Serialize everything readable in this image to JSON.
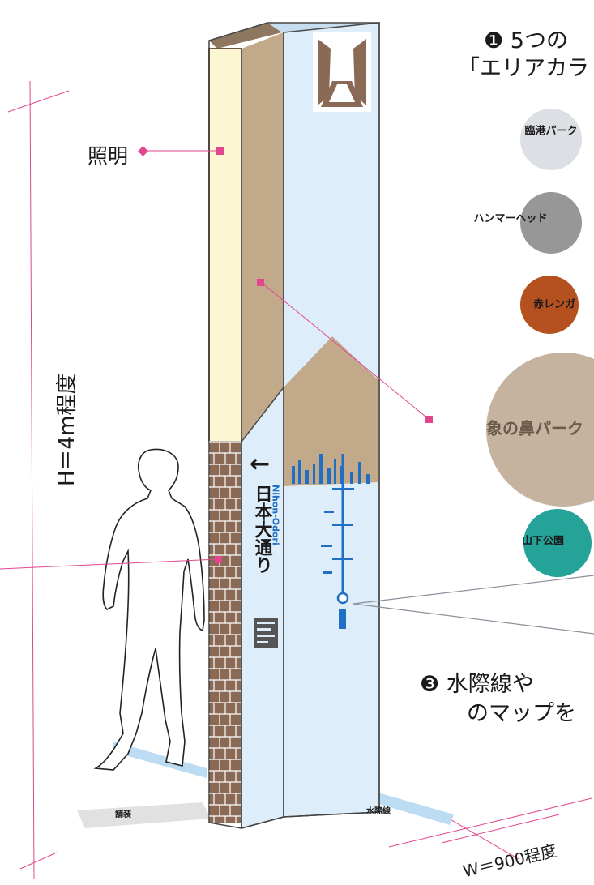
{
  "headings": {
    "heading1_line1": "❶ 5つの",
    "heading1_line2": "「エリアカラ",
    "heading3_line1": "❸ 水際線や",
    "heading3_line2": "のマップを"
  },
  "labels": {
    "lighting": "照明",
    "height": "H＝4m程度",
    "width": "W＝900程度",
    "ground_left": "舗装",
    "ground_right": "水際線"
  },
  "sign": {
    "arrow": "←",
    "street_jp": "日本大通り",
    "street_en": "Nihon-Odori"
  },
  "area_colors": [
    {
      "name": "臨港パーク",
      "color": "#dcdfe3"
    },
    {
      "name": "ハンマーヘッド",
      "color": "#979797"
    },
    {
      "name": "赤レンガ",
      "color": "#b5501f"
    },
    {
      "name": "象の鼻パーク",
      "color": "#c5b39f"
    },
    {
      "name": "山下公園",
      "color": "#25a398"
    }
  ],
  "colors": {
    "accent": "#e4458f",
    "pillar_light": "#fdf6d2",
    "pillar_tan": "#c2a98a",
    "pillar_blue": "#ddeefa",
    "brick": "#8a6a55",
    "map_blue": "#1f6fc4"
  }
}
